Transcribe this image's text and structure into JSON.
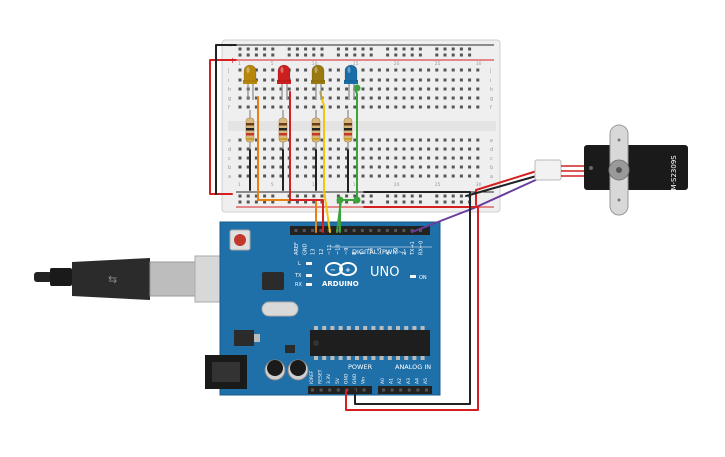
{
  "arduino": {
    "logo": "ARDUINO",
    "model": "UNO",
    "digital_label": "DIGITAL (PWM~)",
    "power_label": "POWER",
    "analog_label": "ANALOG IN",
    "led_labels": [
      "L",
      "TX",
      "RX"
    ],
    "on_label": "ON",
    "header_top_pins": [
      "AREF",
      "GND",
      "13",
      "12",
      "~11",
      "~10",
      "~9",
      "8",
      "7",
      "~6",
      "~5",
      "4",
      "~3",
      "2",
      "TX→1",
      "RX←0"
    ],
    "power_pins": [
      "IOREF",
      "RESET",
      "3.3V",
      "5V",
      "GND",
      "GND",
      "Vin"
    ],
    "analog_pins": [
      "A0",
      "A1",
      "A2",
      "A3",
      "A4",
      "A5"
    ]
  },
  "breadboard": {
    "row_letters_top": [
      "j",
      "i",
      "h",
      "g",
      "f"
    ],
    "row_letters_bottom": [
      "e",
      "d",
      "c",
      "b",
      "a"
    ],
    "column_numbers": [
      "1",
      "5",
      "10",
      "15",
      "20",
      "25",
      "30"
    ],
    "rail_plus": "+",
    "rail_minus": "-"
  },
  "servo": {
    "model": "SM-S2309S"
  },
  "leds": [
    {
      "color": "#b8860b"
    },
    {
      "color": "#cc1f1f"
    },
    {
      "color": "#9a7a10"
    },
    {
      "color": "#1a6ea8"
    }
  ],
  "colors": {
    "board_blue": "#1f6fa8",
    "breadboard": "#f0f0f0",
    "wire_red": "#d42020",
    "wire_black": "#222222",
    "wire_orange": "#e8820f",
    "wire_yellow": "#f2c60c",
    "wire_green": "#3aa33a",
    "wire_purple": "#6a3c9e"
  }
}
